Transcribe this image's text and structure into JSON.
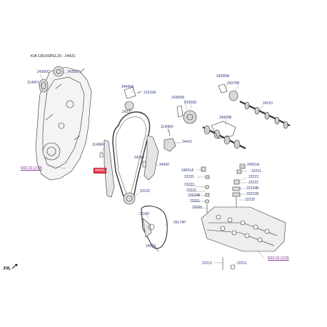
{
  "diagram": {
    "title": "KIA CRUISPEL20 - 24431",
    "highlighted_part": "24431",
    "front_marker": "FR.",
    "references": {
      "timing_cover": "REF.20-215B",
      "cylinder_head": "REF.20-221B"
    },
    "part_labels": {
      "p24356c_a": "24356C",
      "p24356c_b": "24356C",
      "p1140fy": "1140FY",
      "p24440a": "24440A",
      "p21516a": "21516A",
      "p24321": "24321",
      "p24355m_top": "24355M",
      "p24370b": "24370B",
      "p24355m_mid": "24355M",
      "p24350d": "24350D",
      "p24210": "24210",
      "p24000b": "24000B",
      "p1140er_a": "1140ER",
      "p1140er_b": "1140ER",
      "p24410": "24410",
      "p24349": "24349",
      "p24420": "24420",
      "p24551a_a": "24551A",
      "p24551a_b": "24551A",
      "p22231_a": "22231",
      "p22231_b": "22231",
      "p22223_a": "22223",
      "p22223_b": "22223",
      "p22222_a": "22222",
      "p22222_b": "22222",
      "p22224b_a": "22224B",
      "p22224b_b": "22224B",
      "p22221b": "22221B",
      "p22225_a": "22225",
      "p22225_b": "22225",
      "p22221": "22221",
      "p23120": "23120",
      "p26160": "26160",
      "p26174p": "26174P",
      "p24560": "24560",
      "p22212": "22212",
      "p22211": "22211"
    }
  }
}
